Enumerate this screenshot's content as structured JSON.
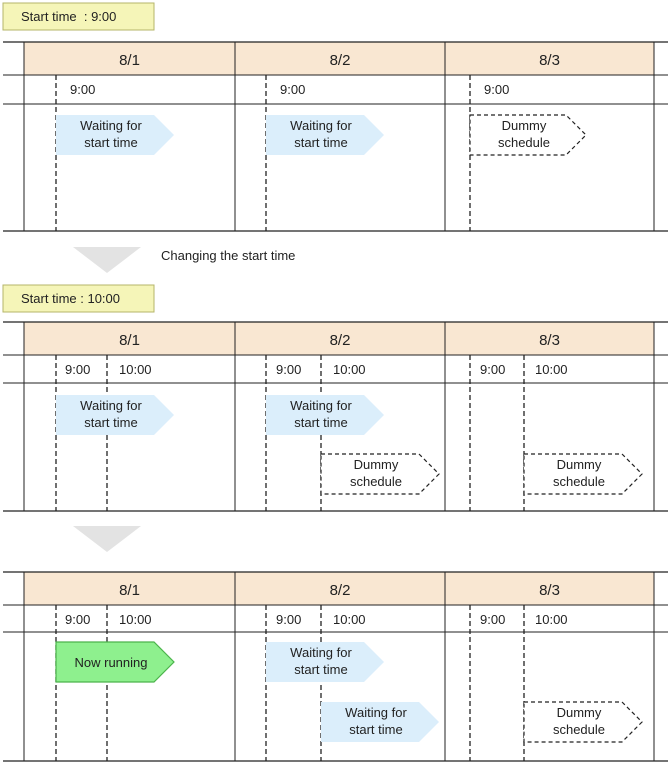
{
  "sections": [
    {
      "label": "Start time  : 9:00",
      "days": [
        "8/1",
        "8/2",
        "8/3"
      ],
      "times": [
        [
          "9:00"
        ],
        [
          "9:00"
        ],
        [
          "9:00"
        ]
      ],
      "shapes": [
        {
          "name": "waiting-for-start-time-shape",
          "lines": [
            "Waiting for",
            "start time"
          ],
          "style": "waiting"
        },
        {
          "name": "waiting-for-start-time-shape",
          "lines": [
            "Waiting for",
            "start time"
          ],
          "style": "waiting"
        },
        {
          "name": "dummy-schedule-shape",
          "lines": [
            "Dummy",
            "schedule"
          ],
          "style": "dummy"
        }
      ],
      "transition": "Changing the start time"
    },
    {
      "label": "Start time : 10:00",
      "days": [
        "8/1",
        "8/2",
        "8/3"
      ],
      "times": [
        [
          "9:00",
          "10:00"
        ],
        [
          "9:00",
          "10:00"
        ],
        [
          "9:00",
          "10:00"
        ]
      ],
      "shapes": [
        {
          "name": "waiting-for-start-time-shape",
          "lines": [
            "Waiting for",
            "start time"
          ],
          "style": "waiting"
        },
        {
          "name": "waiting-for-start-time-shape",
          "lines": [
            "Waiting for",
            "start time"
          ],
          "style": "waiting"
        },
        {
          "name": "dummy-schedule-shape",
          "lines": [
            "Dummy",
            "schedule"
          ],
          "style": "dummy"
        },
        {
          "name": "dummy-schedule-shape",
          "lines": [
            "Dummy",
            "schedule"
          ],
          "style": "dummy"
        }
      ],
      "transition": ""
    },
    {
      "label": "",
      "days": [
        "8/1",
        "8/2",
        "8/3"
      ],
      "times": [
        [
          "9:00",
          "10:00"
        ],
        [
          "9:00",
          "10:00"
        ],
        [
          "9:00",
          "10:00"
        ]
      ],
      "shapes": [
        {
          "name": "now-running-shape",
          "lines": [
            "Now running"
          ],
          "style": "running"
        },
        {
          "name": "waiting-for-start-time-shape",
          "lines": [
            "Waiting for",
            "start time"
          ],
          "style": "waiting"
        },
        {
          "name": "waiting-for-start-time-shape",
          "lines": [
            "Waiting for",
            "start time"
          ],
          "style": "waiting"
        },
        {
          "name": "dummy-schedule-shape",
          "lines": [
            "Dummy",
            "schedule"
          ],
          "style": "dummy"
        }
      ],
      "transition": ""
    }
  ],
  "colors": {
    "label_fill": "#f5f5b8",
    "label_stroke": "#b5b56a",
    "header_fill": "#f9e7d2",
    "waiting_fill": "#dbeefb",
    "running_fill": "#8ef08e",
    "running_stroke": "#4cb44c",
    "dummy_fill": "#ffffff",
    "arrow_fill": "#e3e3e3",
    "line": "#222222"
  }
}
